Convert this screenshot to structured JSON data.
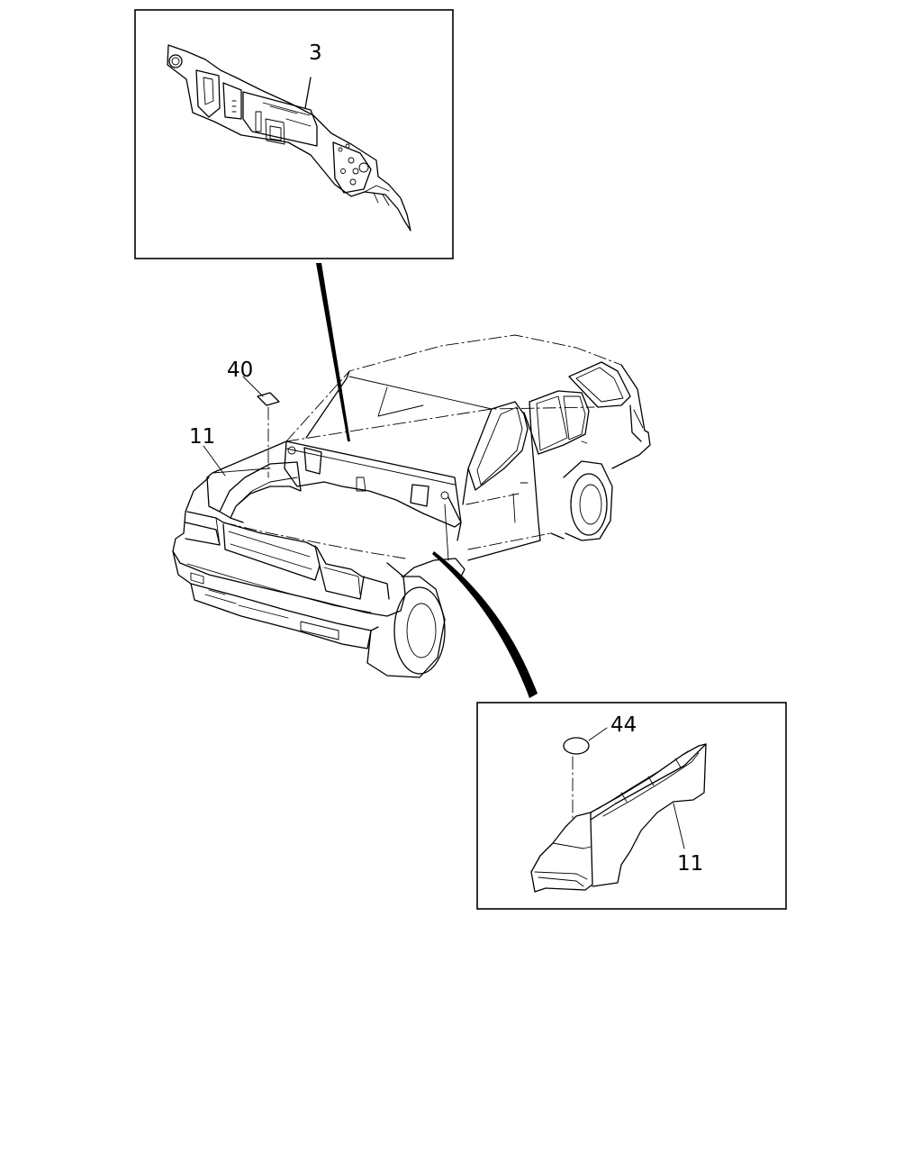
{
  "callouts": {
    "dash_panel": "3",
    "hood_pad": "40",
    "fender_main": "11",
    "fender_liner_inset": "11",
    "plug": "44"
  },
  "colors": {
    "line": "#000000",
    "background": "#ffffff"
  }
}
